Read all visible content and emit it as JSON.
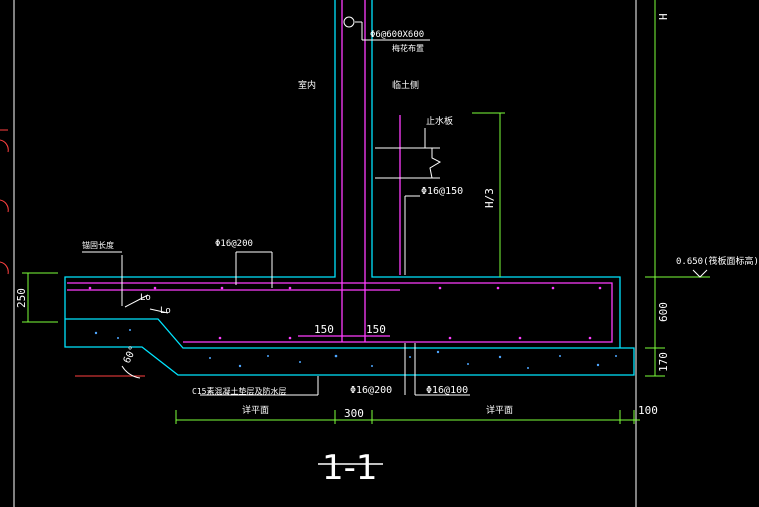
{
  "drawing": {
    "title": "1-1",
    "side_labels": {
      "interior": "室内",
      "soil_side": "临土侧"
    },
    "rebar_labels": {
      "tie_bar": "Φ6@600X600",
      "tie_bar_note": "梅花布置",
      "waterstop": "止水板",
      "wall_horizontal": "Φ16@150",
      "slab_top": "Φ16@200",
      "slab_bottom_left": "Φ16@200",
      "slab_bottom_right": "Φ16@100",
      "anchor_note": "锚固长度",
      "lap_left": "Lo",
      "lap_right": "Lo"
    },
    "dimensions": {
      "left_height": "250",
      "wall_left_half": "150",
      "wall_right_half": "150",
      "h_third": "H/3",
      "h_total": "H",
      "slab_thickness": "600",
      "cushion_thickness": "170",
      "wall_width": "300",
      "edge_offset": "100",
      "angle": "60°",
      "elevation": "0.650(筏板面标高)",
      "span_left": "详平面",
      "span_right": "详平面"
    },
    "notes": {
      "cushion": "C15素混凝土垫层及防水层"
    },
    "colors": {
      "background": "#000000",
      "concrete_outline": "#00e5ff",
      "rebar": "#ff3cff",
      "dimension": "#7dff3a",
      "annotation": "#ffffff",
      "leader": "#ff4040",
      "hatch": "#4da6ff"
    }
  }
}
